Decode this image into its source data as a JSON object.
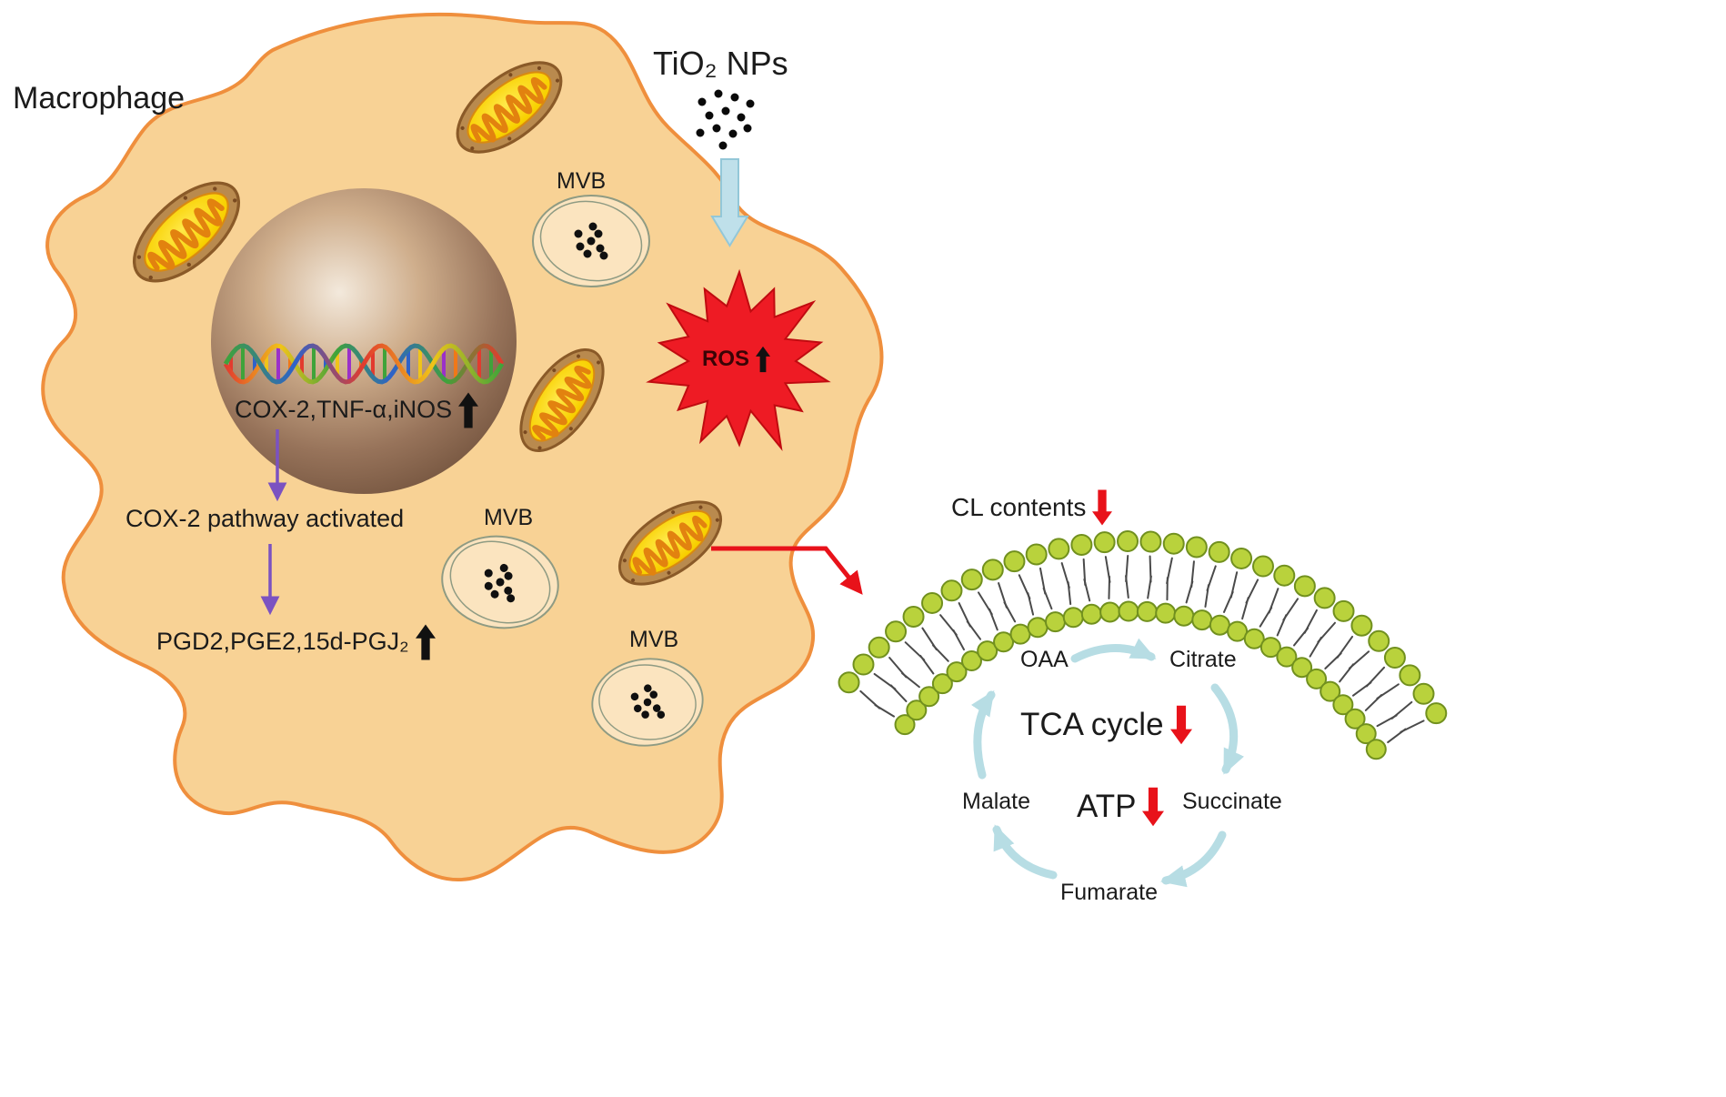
{
  "figure": {
    "cell_label": "Macrophage",
    "stimulus_label": "TiO₂ NPs",
    "ros_label": "ROS",
    "mvb_labels": [
      "MVB",
      "MVB",
      "MVB"
    ],
    "nucleus_genes": "COX-2,TNF-α,iNOS",
    "pathway_step": "COX-2 pathway activated",
    "products": "PGD2,PGE2,15d-PGJ₂",
    "cl_contents": "CL contents"
  },
  "tca": {
    "title": "TCA cycle",
    "atp": "ATP",
    "oaa": "OAA",
    "citrate": "Citrate",
    "succinate": "Succinate",
    "fumarate": "Fumarate",
    "malate": "Malate"
  },
  "icons": {
    "increase": "black-up-block-arrow",
    "decrease": "red-down-block-arrow"
  },
  "colors": {
    "cell_fill": "#f8d295",
    "cell_border": "#ef8f3d",
    "ros_star": "#ee1b24",
    "nanoparticle_arrow": "#bfe0ea",
    "pathway_arrow": "#7b52c1",
    "membrane_head": "#b9d23c",
    "tca_arrow": "#b7dde4",
    "emphasis_red": "#e8121a"
  }
}
